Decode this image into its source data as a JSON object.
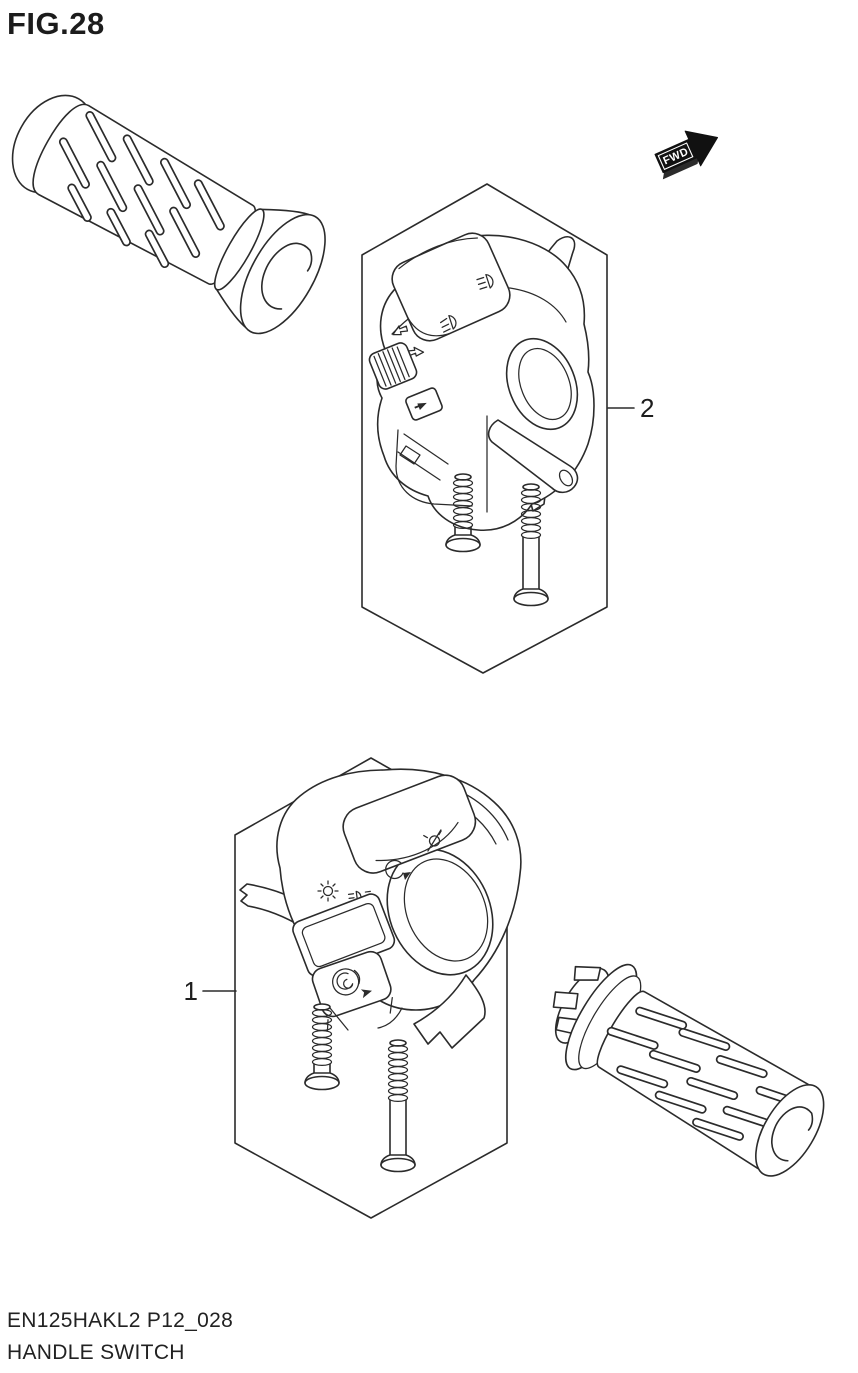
{
  "figure": {
    "title": "FIG.28",
    "part_code": "EN125HAKL2 P12_028",
    "part_name": "HANDLE SWITCH"
  },
  "orientation_label": "FWD",
  "callouts": {
    "item1": {
      "label": "1"
    },
    "item2": {
      "label": "2"
    }
  },
  "colors": {
    "line": "#2b2b2b",
    "background": "#ffffff",
    "arrow_fill": "#111111"
  }
}
